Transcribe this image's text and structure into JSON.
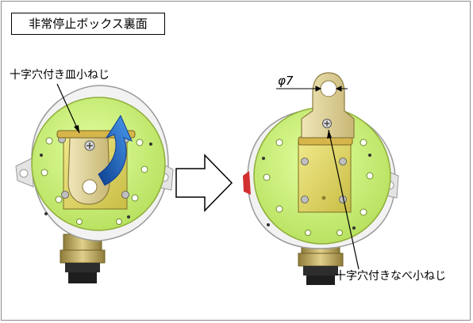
{
  "title": "非常停止ボックス裏面",
  "labels": {
    "countersunk_screw": "十字穴付き皿小ねじ",
    "pan_screw": "十字穴付きなべ小ねじ",
    "diameter": "φ7"
  },
  "colors": {
    "board": "#ccf07a",
    "board_edge": "#8fae3a",
    "housing": "#f2f2f2",
    "housing_edge": "#9a9a9a",
    "plate_yellow": "#e3da6a",
    "plate_edge": "#8a8230",
    "bracket": "#ddd18f",
    "arrow_blue": "#1f66c4",
    "brass": "#b9a560",
    "cable_dark": "#2d2d2d"
  },
  "icons": [
    "rotate-arrow-icon",
    "next-step-arrow-icon"
  ]
}
